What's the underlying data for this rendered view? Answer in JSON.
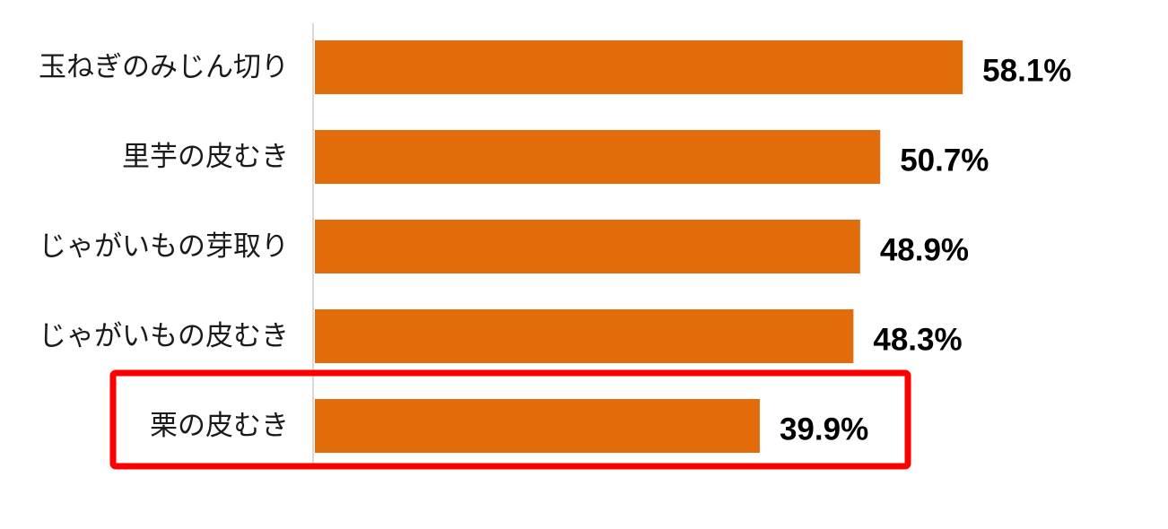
{
  "chart_data": {
    "type": "bar",
    "orientation": "horizontal",
    "categories": [
      "玉ねぎのみじん切り",
      "里芋の皮むき",
      "じゃがいもの芽取り",
      "じゃがいもの皮むき",
      "栗の皮むき"
    ],
    "values": [
      58.1,
      50.7,
      48.9,
      48.3,
      39.9
    ],
    "value_labels": [
      "58.1%",
      "50.7%",
      "48.9%",
      "48.3%",
      "39.9%"
    ],
    "xlim": [
      0,
      100
    ],
    "grid": false,
    "legend": "none",
    "highlighted_category": "栗の皮むき",
    "colors": {
      "bar": "#e36c0a",
      "highlight_box": "#ff0000",
      "axis": "#d9d9d9",
      "text": "#1a1a1a"
    }
  }
}
